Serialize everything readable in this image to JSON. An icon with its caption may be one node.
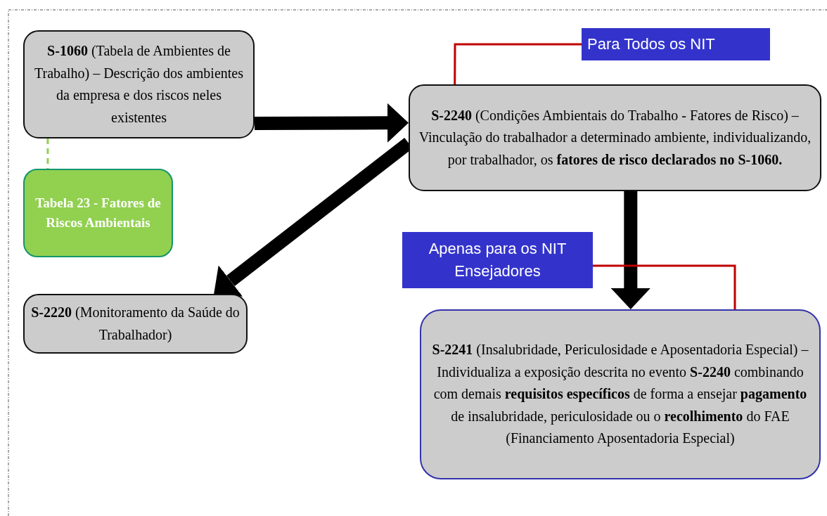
{
  "diagram": {
    "nodes": [
      {
        "text": [
          "**S-1060** (Tabela de Ambientes de Trabalho) – Descrição dos ambientes da empresa e dos riscos neles existentes"
        ]
      },
      {
        "text": [
          "Para Todos os NIT"
        ]
      },
      {
        "text": [
          "**S-2240** (Condições Ambientais do Trabalho - Fatores de Risco) – Vinculação do trabalhador a determinado ambiente, individualizando, por trabalhador, os **fatores de risco declarados no S-1060.**"
        ]
      },
      {
        "text": [
          "Tabela 23 - Fatores de Riscos Ambientais"
        ]
      },
      {
        "text": [
          "Apenas para os NIT Ensejadores"
        ]
      },
      {
        "text": [
          "**S-2220** (Monitoramento da Saúde do Trabalhador)"
        ]
      },
      {
        "text": [
          "**S-2241** (Insalubridade, Periculosidade e Aposentadoria Especial) – Individualiza a exposição descrita no evento **S-2240** combinando com demais **requisitos específicos** de forma a ensejar **pagamento** de insalubridade, periculosidade ou o **recolhimento** do FAE (Financiamento Aposentadoria Especial)"
        ]
      }
    ],
    "edges": [
      {
        "from": 0,
        "to": 2,
        "arrow": "to",
        "style": "thick"
      },
      {
        "from": 2,
        "to": 5,
        "arrow": "to",
        "style": "thick"
      },
      {
        "from": 2,
        "to": 6,
        "arrow": "to",
        "style": "thick"
      },
      {
        "from": 0,
        "to": 3,
        "arrow": "none",
        "style": "dashed",
        "color": "#92d050"
      },
      {
        "from": 1,
        "to": 2,
        "arrow": "none",
        "color": "#c00000"
      },
      {
        "from": 4,
        "to": 6,
        "arrow": "none",
        "color": "#c00000"
      }
    ]
  }
}
